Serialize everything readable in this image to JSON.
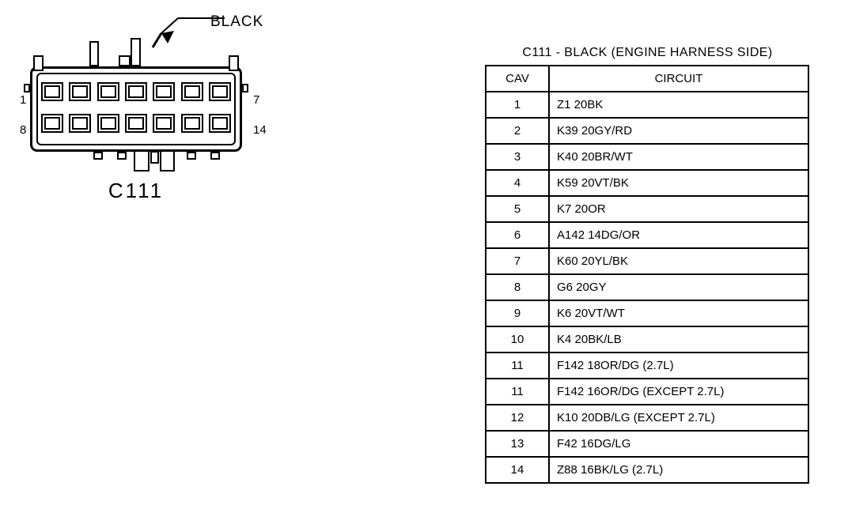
{
  "diagram": {
    "callout": {
      "label": "BLACK",
      "icon": "leader-arrow-icon"
    },
    "connector_name": "C111",
    "pin_numbers": {
      "top_left": "1",
      "bottom_left": "8",
      "top_right": "7",
      "bottom_right": "14"
    },
    "cavity_count": 14,
    "cavities_per_row": 7
  },
  "table": {
    "title": "C111 - BLACK (ENGINE HARNESS SIDE)",
    "headers": {
      "cav": "CAV",
      "circuit": "CIRCUIT"
    },
    "rows": [
      {
        "cav": "1",
        "circuit": "Z1 20BK"
      },
      {
        "cav": "2",
        "circuit": "K39 20GY/RD"
      },
      {
        "cav": "3",
        "circuit": "K40 20BR/WT"
      },
      {
        "cav": "4",
        "circuit": "K59 20VT/BK"
      },
      {
        "cav": "5",
        "circuit": "K7 20OR"
      },
      {
        "cav": "6",
        "circuit": "A142 14DG/OR"
      },
      {
        "cav": "7",
        "circuit": "K60 20YL/BK"
      },
      {
        "cav": "8",
        "circuit": "G6 20GY"
      },
      {
        "cav": "9",
        "circuit": "K6 20VT/WT"
      },
      {
        "cav": "10",
        "circuit": "K4 20BK/LB"
      },
      {
        "cav": "11",
        "circuit": "F142 18OR/DG (2.7L)"
      },
      {
        "cav": "11",
        "circuit": "F142 16OR/DG (EXCEPT 2.7L)"
      },
      {
        "cav": "12",
        "circuit": "K10 20DB/LG (EXCEPT 2.7L)"
      },
      {
        "cav": "13",
        "circuit": "F42 16DG/LG"
      },
      {
        "cav": "14",
        "circuit": "Z88 16BK/LG (2.7L)"
      }
    ]
  },
  "colors": {
    "ink": "#000000",
    "paper": "#ffffff"
  }
}
